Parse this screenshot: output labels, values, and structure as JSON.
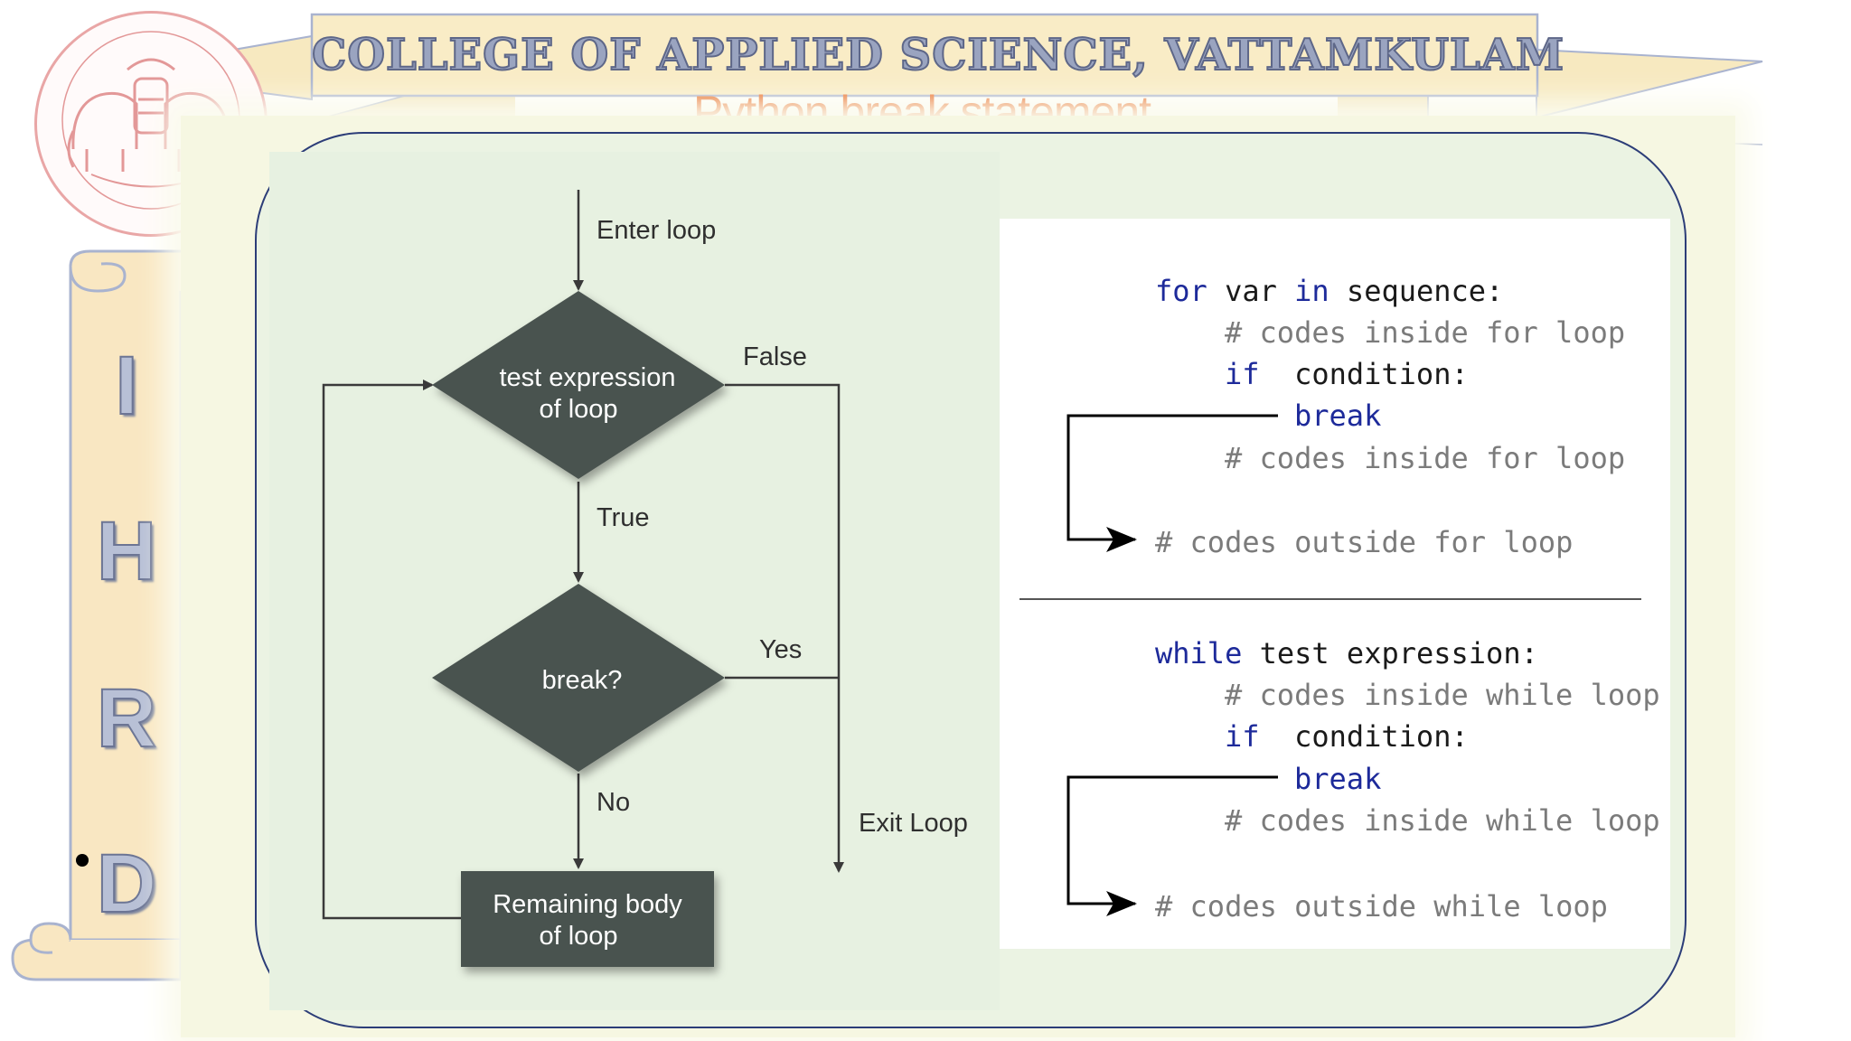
{
  "header": {
    "college_name": "COLLEGE OF APPLIED SCIENCE, VATTAMKULAM",
    "slide_title": "Python break statement"
  },
  "side_scroll": {
    "letters": [
      "I",
      "H",
      "R",
      "D"
    ]
  },
  "flowchart": {
    "enter_label": "Enter loop",
    "test_line1": "test expression",
    "test_line2": "of loop",
    "false_label": "False",
    "true_label": "True",
    "break_label": "break?",
    "yes_label": "Yes",
    "no_label": "No",
    "exit_label": "Exit Loop",
    "body_line1": "Remaining body",
    "body_line2": "of loop"
  },
  "code": {
    "for_block": {
      "kw_for": "for",
      "for_var": "var",
      "kw_in": "in",
      "for_seq": "sequence:",
      "comment_inside_1": "# codes inside for loop",
      "kw_if": "if",
      "condition": "condition:",
      "kw_break": "break",
      "comment_inside_2": "# codes inside for loop",
      "comment_outside": "# codes outside for loop"
    },
    "while_block": {
      "kw_while": "while",
      "test_expr": "test expression:",
      "comment_inside_1": "# codes inside while loop",
      "kw_if": "if",
      "condition": "condition:",
      "kw_break": "break",
      "comment_inside_2": "# codes inside while loop",
      "comment_outside": "# codes outside while loop"
    }
  },
  "colors": {
    "diamond_fill": "#4a524f",
    "title_orange": "#e8651f",
    "frame_border": "#2c3d78",
    "keyword_blue": "#1d2a9a"
  }
}
